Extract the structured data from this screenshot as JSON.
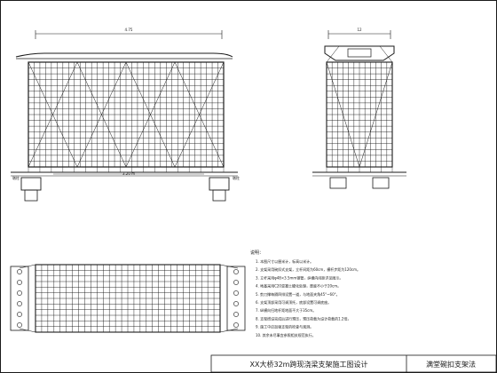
{
  "elevation": {
    "dim_top": "4.75",
    "dim_bottom": "3.20 m",
    "pier_left": "墩柱",
    "pier_right": "墩柱"
  },
  "section": {
    "dim_top": "12"
  },
  "notes": {
    "heading": "说明：",
    "items": [
      "1. 本图尺寸以厘米计，标高以米计。",
      "2. 支架采用碗扣式支架，立杆间距为60cm，横杆步距为120cm。",
      "3. 立杆采用φ48×3.5mm钢管，纵横向间距详见图示。",
      "4. 地基采用C20混凝土硬化处理，厚度不小于20cm。",
      "5. 剪刀撑每隔四排设置一道，与地面夹角45°~60°。",
      "6. 支架顶部采用可调顶托，底部设置可调底座。",
      "7. 纵横向扫地杆距地面不大于35cm。",
      "8. 支架搭设完成后进行预压，预压荷载为设计荷载的1.2倍。",
      "9. 施工中应加强支架的检查与观测。",
      "10. 其余未尽事宜参照相关规范执行。"
    ]
  },
  "title_block": {
    "project": "XX大桥32m跨现浇梁支架施工图设计",
    "drawing": "满堂碗扣支架法"
  }
}
